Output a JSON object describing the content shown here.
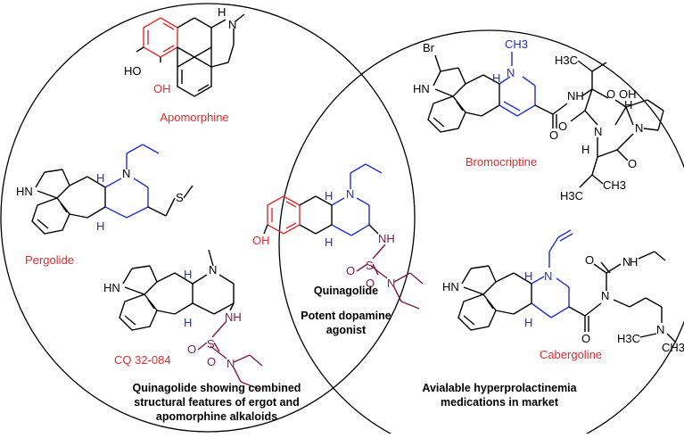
{
  "colors": {
    "drug_name": "#e8282b",
    "highlight_name": "#1f2fd6",
    "phenol_ring": "#e8282b",
    "ergoline_ring": "#1f2fd6",
    "sulfamide": "#7b1a4a",
    "bond": "#000000"
  },
  "left_set": {
    "compounds": [
      {
        "name": "Apomorphine",
        "atoms": [
          "HO",
          "OH",
          "H",
          "N"
        ]
      },
      {
        "name": "Pergolide",
        "atoms": [
          "HN",
          "H",
          "H",
          "N",
          "S"
        ]
      },
      {
        "name": "CQ 32-084",
        "atoms": [
          "HN",
          "H",
          "H",
          "N",
          "NH",
          "S",
          "O",
          "O",
          "N"
        ]
      }
    ],
    "caption": [
      "Quinagolide showing combined",
      "structural features of ergot and",
      "apomorphine alkaloids"
    ]
  },
  "center": {
    "name": "Quinagolide",
    "atoms": [
      "OH",
      "H",
      "H",
      "N",
      "NH",
      "S",
      "O",
      "O",
      "N"
    ],
    "caption": [
      "Potent dopamine",
      "agonist"
    ]
  },
  "right_set": {
    "compounds": [
      {
        "name": "Bromocriptine",
        "atoms": [
          "Br",
          "HN",
          "H",
          "N",
          "CH3",
          "NH",
          "H3C",
          "O",
          "O",
          "OH",
          "N",
          "N",
          "O",
          "O",
          "H",
          "H",
          "CH3",
          "H3C"
        ]
      },
      {
        "name": "Cabergoline",
        "atoms": [
          "HN",
          "H",
          "H",
          "N",
          "O",
          "N",
          "O",
          "N",
          "H",
          "N",
          "H3C",
          "CH3"
        ]
      }
    ],
    "caption": [
      "Avialable hyperprolactinemia",
      "medications in market"
    ]
  }
}
